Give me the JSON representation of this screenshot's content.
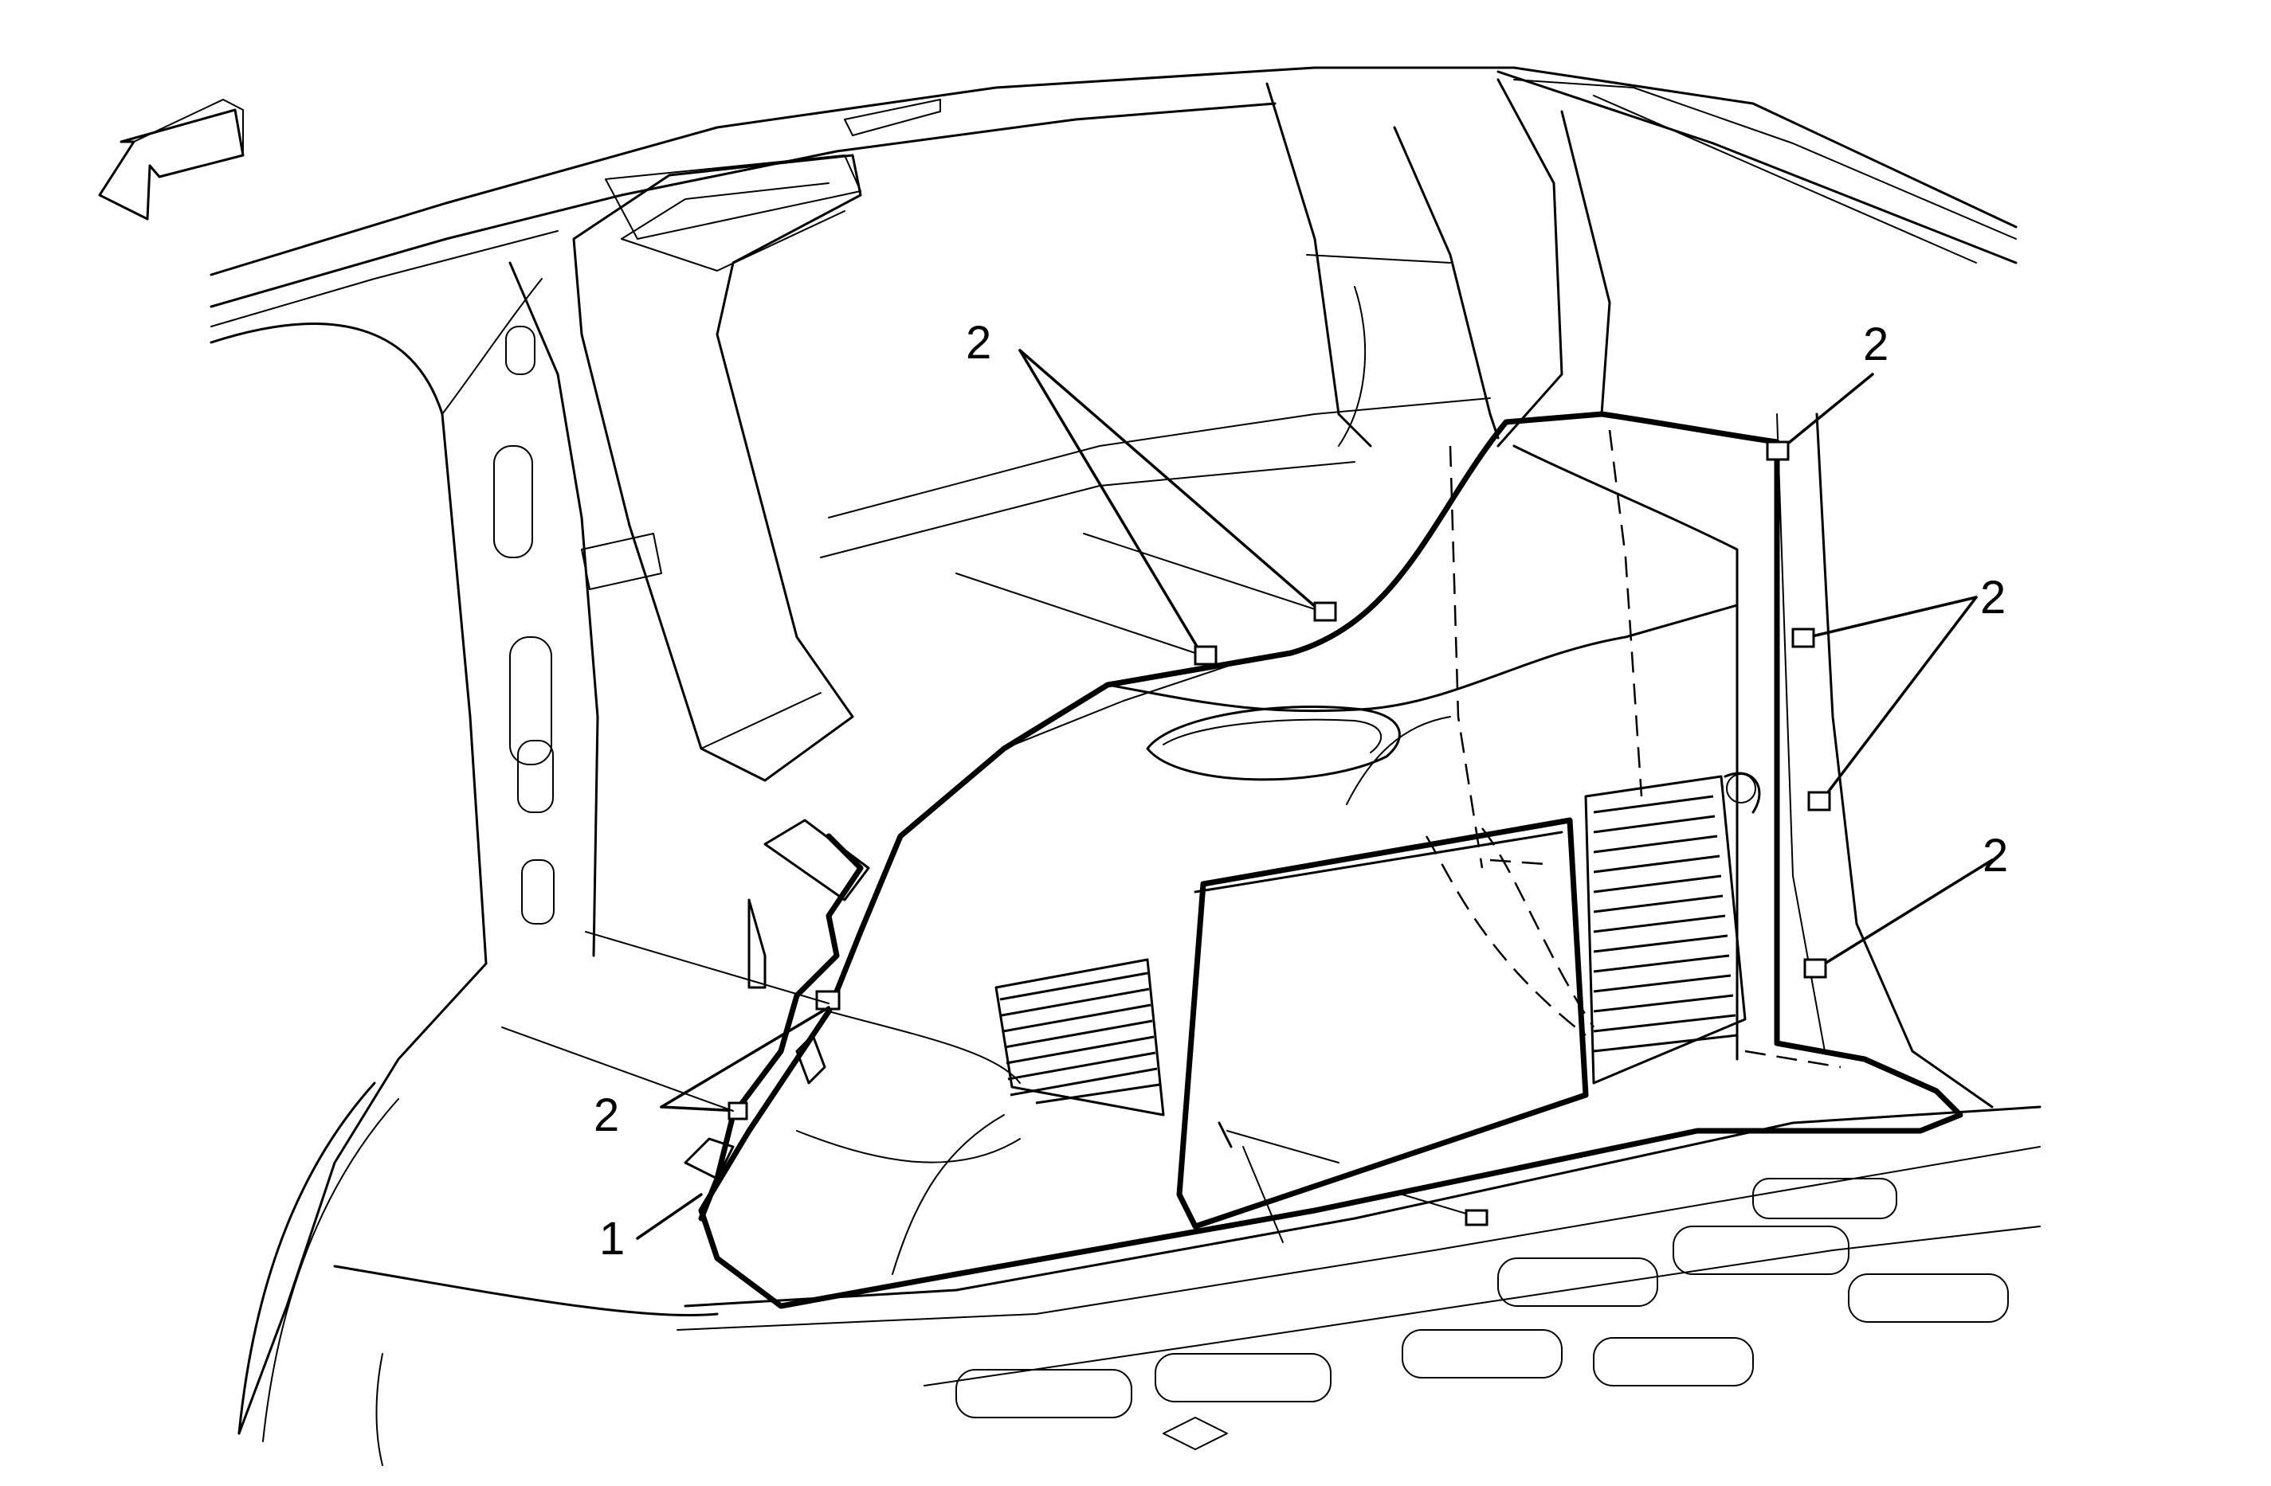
{
  "callouts": {
    "c1": "1",
    "c2_a": "2",
    "c2_b": "2",
    "c2_c": "2",
    "c2_d": "2",
    "c2_e": "2"
  },
  "icons": {
    "direction_arrow": "forward-direction-arrow-icon"
  }
}
